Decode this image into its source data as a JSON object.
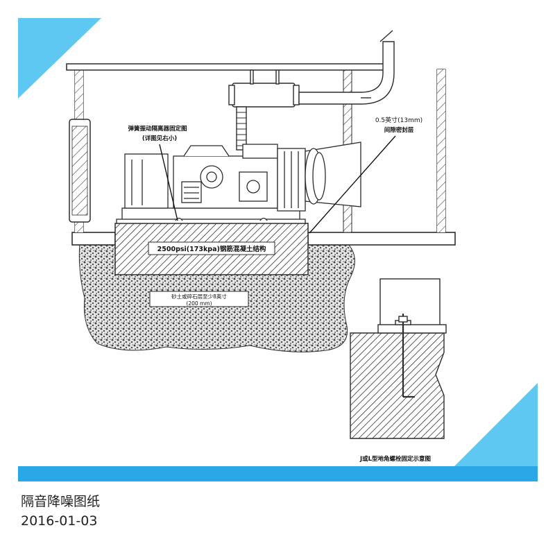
{
  "diagram": {
    "label_spring_mount": "弹簧振动隔离器固定图",
    "label_spring_mount_detail": "(详图见右小)",
    "label_gap": "0.5英寸(13mm)",
    "label_gap_seal": "间隙密封层",
    "label_concrete": "2500psi(173kpa)钢筋混凝土结构",
    "label_soil": "砂土或碎石层至少8英寸",
    "label_soil_mm": "(200 mm)",
    "label_bolt_detail": "J或L型地角螺栓固定示意图"
  },
  "caption": {
    "title": "隔音降噪图纸",
    "date": "2016-01-03"
  },
  "colors": {
    "accent": "#5ec8f2",
    "bar": "#2aa7e6",
    "line": "#2b2b2b"
  }
}
